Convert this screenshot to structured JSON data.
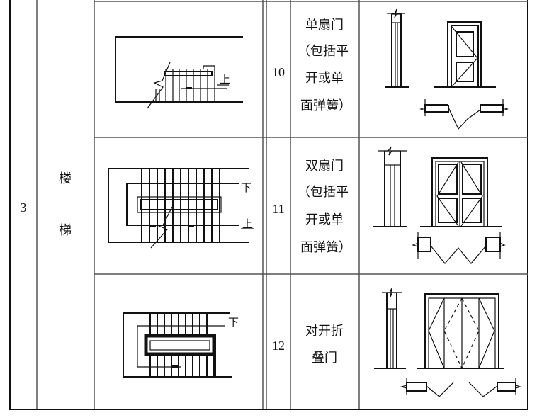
{
  "row": {
    "number": "3",
    "category_char_1": "楼",
    "category_char_2": "梯"
  },
  "items": [
    {
      "number": "10",
      "name_lines": [
        "单扇门",
        "（包括平",
        "开或单",
        "面弹簧）"
      ]
    },
    {
      "number": "11",
      "name_lines": [
        "双扇门",
        "（包括平",
        "开或单",
        "面弹簧）"
      ]
    },
    {
      "number": "12",
      "name_lines": [
        "对开折",
        "叠门"
      ]
    }
  ],
  "stair_labels": {
    "up": "上",
    "down": "下"
  }
}
